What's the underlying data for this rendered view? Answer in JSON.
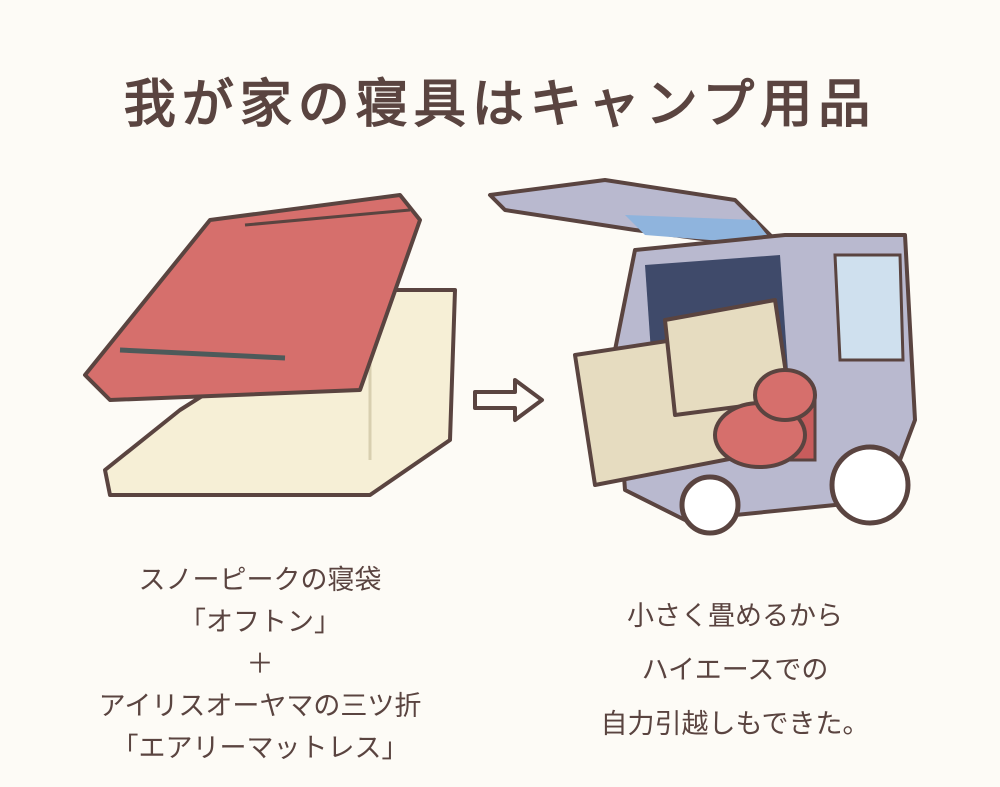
{
  "title": "我が家の寝具はキャンプ用品",
  "left_caption": [
    "スノーピークの寝袋",
    "「オフトン」",
    "＋",
    "アイリスオーヤマの三ツ折",
    "「エアリーマットレス」"
  ],
  "right_caption": [
    "小さく畳めるから",
    "ハイエースでの",
    "自力引越しもできた。"
  ],
  "colors": {
    "text": "#5a4440",
    "sleeping_bag": "#d66f6c",
    "mattress": "#f6efd6",
    "van": "#b9b9cf",
    "background": "#fdfbf6"
  }
}
